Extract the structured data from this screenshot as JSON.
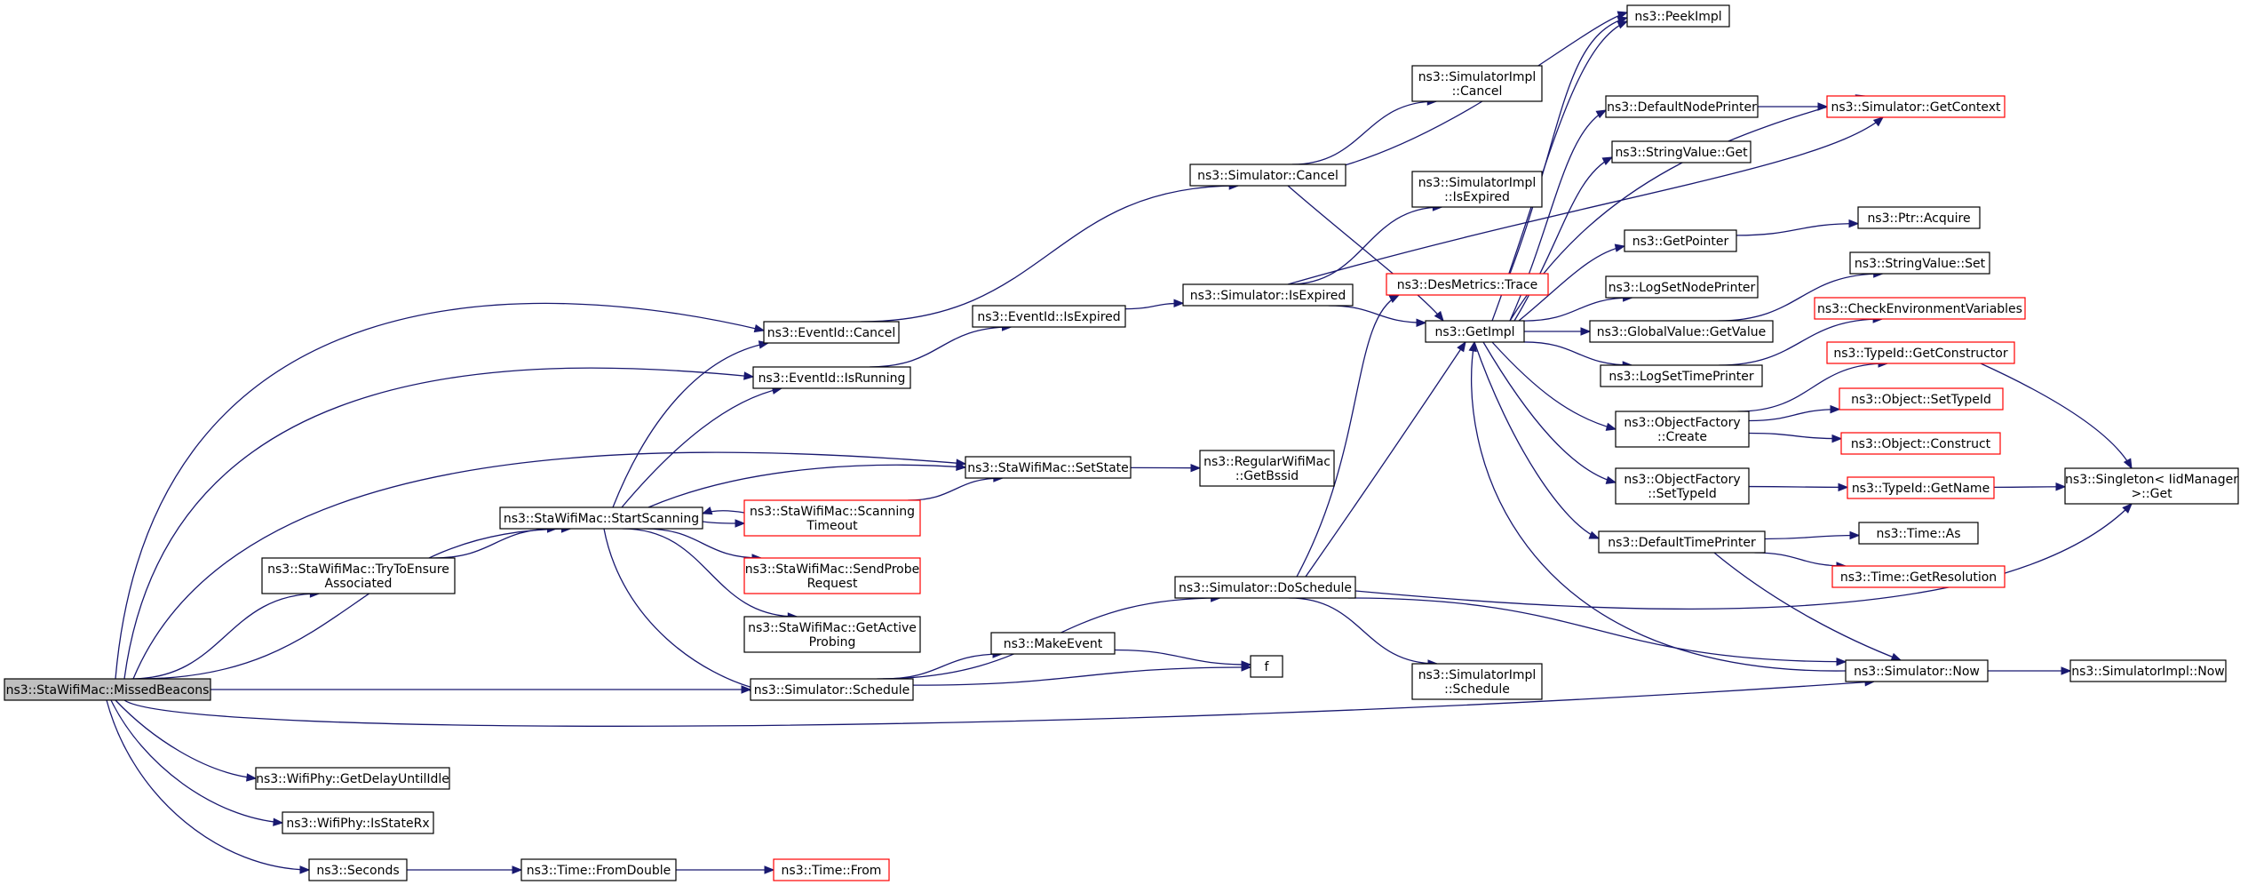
{
  "colors": {
    "edge": "#191970",
    "normal_border": "#000000",
    "red_border": "#ff0000",
    "root_fill": "#bfbfbf"
  },
  "nodes": [
    {
      "id": "missed",
      "lines": [
        "ns3::StaWifiMac::MissedBeacons"
      ],
      "style": "root"
    },
    {
      "id": "evcancel",
      "lines": [
        "ns3::EventId::Cancel"
      ],
      "style": "normal"
    },
    {
      "id": "evrunning",
      "lines": [
        "ns3::EventId::IsRunning"
      ],
      "style": "normal"
    },
    {
      "id": "setstate",
      "lines": [
        "ns3::StaWifiMac::SetState"
      ],
      "style": "normal"
    },
    {
      "id": "startscan",
      "lines": [
        "ns3::StaWifiMac::StartScanning"
      ],
      "style": "normal"
    },
    {
      "id": "tryensure",
      "lines": [
        "ns3::StaWifiMac::TryToEnsure",
        "Associated"
      ],
      "style": "normal"
    },
    {
      "id": "scantimeout",
      "lines": [
        "ns3::StaWifiMac::Scanning",
        "Timeout"
      ],
      "style": "red"
    },
    {
      "id": "sendprobe",
      "lines": [
        "ns3::StaWifiMac::SendProbe",
        "Request"
      ],
      "style": "red"
    },
    {
      "id": "getactive",
      "lines": [
        "ns3::StaWifiMac::GetActive",
        "Probing"
      ],
      "style": "normal"
    },
    {
      "id": "schedule",
      "lines": [
        "ns3::Simulator::Schedule"
      ],
      "style": "normal"
    },
    {
      "id": "delayidle",
      "lines": [
        "ns3::WifiPhy::GetDelayUntilIdle"
      ],
      "style": "normal"
    },
    {
      "id": "isstaterx",
      "lines": [
        "ns3::WifiPhy::IsStateRx"
      ],
      "style": "normal"
    },
    {
      "id": "seconds",
      "lines": [
        "ns3::Seconds"
      ],
      "style": "normal"
    },
    {
      "id": "fromdouble",
      "lines": [
        "ns3::Time::FromDouble"
      ],
      "style": "normal"
    },
    {
      "id": "timefrom",
      "lines": [
        "ns3::Time::From"
      ],
      "style": "red"
    },
    {
      "id": "evisexpired",
      "lines": [
        "ns3::EventId::IsExpired"
      ],
      "style": "normal"
    },
    {
      "id": "getbssid",
      "lines": [
        "ns3::RegularWifiMac",
        "::GetBssid"
      ],
      "style": "normal"
    },
    {
      "id": "makeevent",
      "lines": [
        "ns3::MakeEvent"
      ],
      "style": "normal"
    },
    {
      "id": "f",
      "lines": [
        "f"
      ],
      "style": "normal"
    },
    {
      "id": "simcancel",
      "lines": [
        "ns3::Simulator::Cancel"
      ],
      "style": "normal"
    },
    {
      "id": "simisexpired",
      "lines": [
        "ns3::Simulator::IsExpired"
      ],
      "style": "normal"
    },
    {
      "id": "dosched",
      "lines": [
        "ns3::Simulator::DoSchedule"
      ],
      "style": "normal"
    },
    {
      "id": "implcancel",
      "lines": [
        "ns3::SimulatorImpl",
        "::Cancel"
      ],
      "style": "normal"
    },
    {
      "id": "implisexpired",
      "lines": [
        "ns3::SimulatorImpl",
        "::IsExpired"
      ],
      "style": "normal"
    },
    {
      "id": "implschedule",
      "lines": [
        "ns3::SimulatorImpl",
        "::Schedule"
      ],
      "style": "normal"
    },
    {
      "id": "destrace",
      "lines": [
        "ns3::DesMetrics::Trace"
      ],
      "style": "red"
    },
    {
      "id": "getimpl",
      "lines": [
        "ns3::GetImpl"
      ],
      "style": "normal"
    },
    {
      "id": "peekimpl",
      "lines": [
        "ns3::PeekImpl"
      ],
      "style": "normal"
    },
    {
      "id": "defnodeprinter",
      "lines": [
        "ns3::DefaultNodePrinter"
      ],
      "style": "normal"
    },
    {
      "id": "stringget",
      "lines": [
        "ns3::StringValue::Get"
      ],
      "style": "normal"
    },
    {
      "id": "getpointer",
      "lines": [
        "ns3::GetPointer"
      ],
      "style": "normal"
    },
    {
      "id": "logsetnode",
      "lines": [
        "ns3::LogSetNodePrinter"
      ],
      "style": "normal"
    },
    {
      "id": "globalget",
      "lines": [
        "ns3::GlobalValue::GetValue"
      ],
      "style": "normal"
    },
    {
      "id": "logsettime",
      "lines": [
        "ns3::LogSetTimePrinter"
      ],
      "style": "normal"
    },
    {
      "id": "ofcreate",
      "lines": [
        "ns3::ObjectFactory",
        "::Create"
      ],
      "style": "normal"
    },
    {
      "id": "ofsettypeid",
      "lines": [
        "ns3::ObjectFactory",
        "::SetTypeId"
      ],
      "style": "normal"
    },
    {
      "id": "deftimeprinter",
      "lines": [
        "ns3::DefaultTimePrinter"
      ],
      "style": "normal"
    },
    {
      "id": "simnow",
      "lines": [
        "ns3::Simulator::Now"
      ],
      "style": "normal"
    },
    {
      "id": "getcontext",
      "lines": [
        "ns3::Simulator::GetContext"
      ],
      "style": "red"
    },
    {
      "id": "ptracquire",
      "lines": [
        "ns3::Ptr::Acquire"
      ],
      "style": "normal"
    },
    {
      "id": "stringset",
      "lines": [
        "ns3::StringValue::Set"
      ],
      "style": "normal"
    },
    {
      "id": "checkenv",
      "lines": [
        "ns3::CheckEnvironmentVariables"
      ],
      "style": "red"
    },
    {
      "id": "getconstructor",
      "lines": [
        "ns3::TypeId::GetConstructor"
      ],
      "style": "red"
    },
    {
      "id": "objsettypeid",
      "lines": [
        "ns3::Object::SetTypeId"
      ],
      "style": "red"
    },
    {
      "id": "objconstruct",
      "lines": [
        "ns3::Object::Construct"
      ],
      "style": "red"
    },
    {
      "id": "typeidgetname",
      "lines": [
        "ns3::TypeId::GetName"
      ],
      "style": "red"
    },
    {
      "id": "timeas",
      "lines": [
        "ns3::Time::As"
      ],
      "style": "normal"
    },
    {
      "id": "getresolution",
      "lines": [
        "ns3::Time::GetResolution"
      ],
      "style": "red"
    },
    {
      "id": "implnow",
      "lines": [
        "ns3::SimulatorImpl::Now"
      ],
      "style": "normal"
    },
    {
      "id": "singleton",
      "lines": [
        "ns3::Singleton< IidManager",
        ">::Get"
      ],
      "style": "normal"
    }
  ],
  "edges": [
    [
      "missed",
      "evcancel"
    ],
    [
      "missed",
      "evrunning"
    ],
    [
      "missed",
      "setstate"
    ],
    [
      "missed",
      "startscan"
    ],
    [
      "missed",
      "tryensure"
    ],
    [
      "missed",
      "schedule"
    ],
    [
      "missed",
      "simnow"
    ],
    [
      "missed",
      "delayidle"
    ],
    [
      "missed",
      "isstaterx"
    ],
    [
      "missed",
      "seconds"
    ],
    [
      "tryensure",
      "startscan"
    ],
    [
      "startscan",
      "evcancel"
    ],
    [
      "startscan",
      "evrunning"
    ],
    [
      "startscan",
      "setstate"
    ],
    [
      "startscan",
      "scantimeout"
    ],
    [
      "startscan",
      "sendprobe"
    ],
    [
      "startscan",
      "getactive"
    ],
    [
      "startscan",
      "schedule"
    ],
    [
      "scantimeout",
      "startscan"
    ],
    [
      "scantimeout",
      "setstate"
    ],
    [
      "setstate",
      "getbssid"
    ],
    [
      "evcancel",
      "simcancel"
    ],
    [
      "evrunning",
      "evisexpired"
    ],
    [
      "evisexpired",
      "simisexpired"
    ],
    [
      "schedule",
      "makeevent"
    ],
    [
      "schedule",
      "f"
    ],
    [
      "schedule",
      "dosched"
    ],
    [
      "makeevent",
      "f"
    ],
    [
      "seconds",
      "fromdouble"
    ],
    [
      "fromdouble",
      "timefrom"
    ],
    [
      "simcancel",
      "implcancel"
    ],
    [
      "simcancel",
      "getimpl"
    ],
    [
      "simcancel",
      "peekimpl"
    ],
    [
      "simisexpired",
      "implisexpired"
    ],
    [
      "simisexpired",
      "getimpl"
    ],
    [
      "simisexpired",
      "getcontext"
    ],
    [
      "dosched",
      "destrace"
    ],
    [
      "dosched",
      "getimpl"
    ],
    [
      "dosched",
      "implschedule"
    ],
    [
      "dosched",
      "simnow"
    ],
    [
      "dosched",
      "singleton"
    ],
    [
      "destrace",
      "peekimpl"
    ],
    [
      "getimpl",
      "peekimpl"
    ],
    [
      "getimpl",
      "defnodeprinter"
    ],
    [
      "getimpl",
      "stringget"
    ],
    [
      "getimpl",
      "getpointer"
    ],
    [
      "getimpl",
      "logsetnode"
    ],
    [
      "getimpl",
      "globalget"
    ],
    [
      "getimpl",
      "logsettime"
    ],
    [
      "getimpl",
      "ofcreate"
    ],
    [
      "getimpl",
      "ofsettypeid"
    ],
    [
      "getimpl",
      "deftimeprinter"
    ],
    [
      "getimpl",
      "getcontext"
    ],
    [
      "defnodeprinter",
      "getcontext"
    ],
    [
      "getpointer",
      "ptracquire"
    ],
    [
      "globalget",
      "stringset"
    ],
    [
      "logsettime",
      "checkenv"
    ],
    [
      "ofcreate",
      "getconstructor"
    ],
    [
      "ofcreate",
      "objsettypeid"
    ],
    [
      "ofcreate",
      "objconstruct"
    ],
    [
      "ofsettypeid",
      "typeidgetname"
    ],
    [
      "getconstructor",
      "singleton"
    ],
    [
      "typeidgetname",
      "singleton"
    ],
    [
      "deftimeprinter",
      "timeas"
    ],
    [
      "deftimeprinter",
      "getresolution"
    ],
    [
      "deftimeprinter",
      "simnow"
    ],
    [
      "simnow",
      "getimpl"
    ],
    [
      "simnow",
      "implnow"
    ]
  ]
}
